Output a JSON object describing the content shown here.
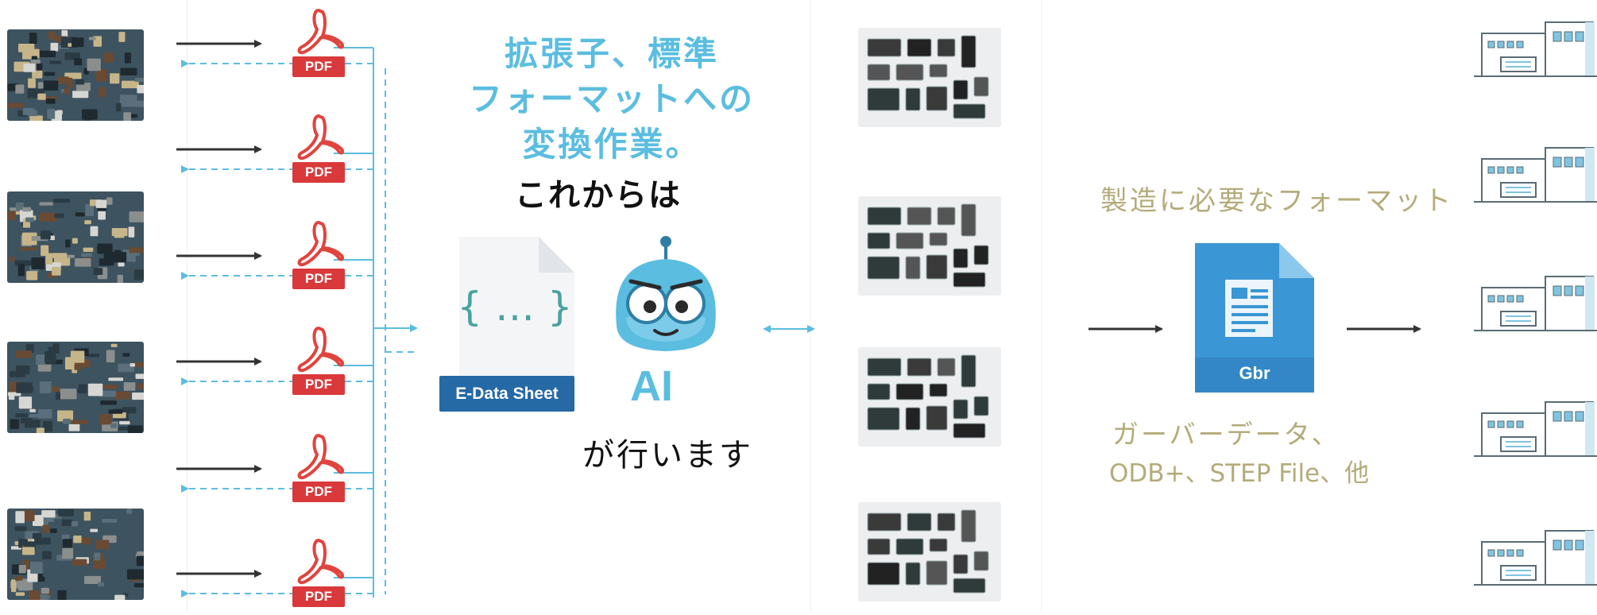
{
  "left_heading": {
    "line1": "拡張子、標準",
    "line2": "フォーマットへの",
    "line3": "変換作業。",
    "line4": "これからは"
  },
  "edata_sheet": {
    "label": "E-Data Sheet",
    "brace_text": "{ … }"
  },
  "ai": {
    "label": "AI",
    "caption": "が行います"
  },
  "pdf_label": "PDF",
  "manufacturing_label": "製造に必要なフォーマット",
  "gerber": {
    "icon_label": "Gbr",
    "caption_line1": "ガーバーデータ、",
    "caption_line2": "ODB+、STEP File、他"
  },
  "colors": {
    "accent_blue": "#5bbde0",
    "pdf_red": "#d9393b",
    "edata_blue": "#2569a5",
    "olive_text": "#b5ab7a",
    "arrow_dark": "#333333"
  }
}
